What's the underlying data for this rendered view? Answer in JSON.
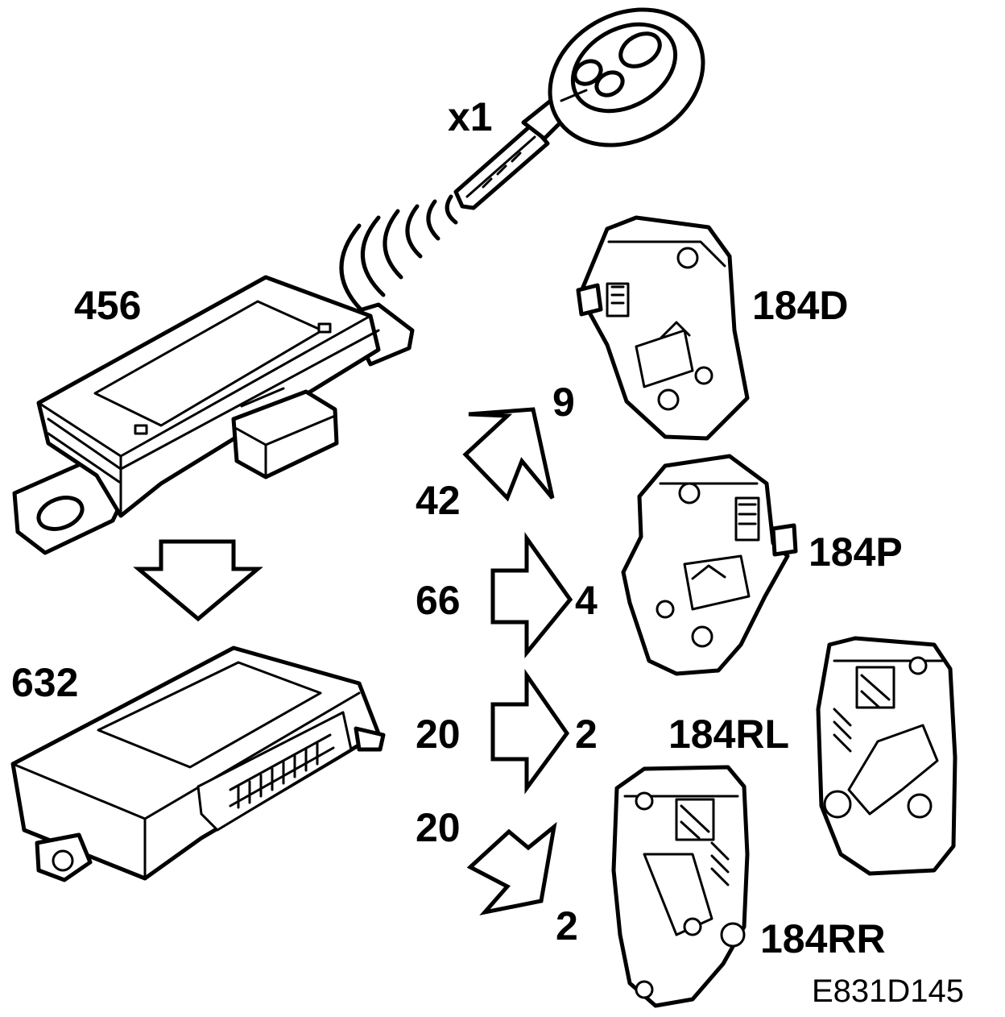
{
  "labels": {
    "key_quantity": "x1",
    "remote_receiver": "456",
    "control_module": "632",
    "lock_front_driver": "184D",
    "lock_front_passenger": "184P",
    "lock_rear_left": "184RL",
    "lock_rear_right": "184RR"
  },
  "arrows": {
    "driver": {
      "pins_in": "42",
      "pins_out": "9"
    },
    "passenger": {
      "pins_in": "66",
      "pins_out": "4"
    },
    "rear_left": {
      "pins_in": "20",
      "pins_out": "2"
    },
    "rear_right": {
      "pins_in": "20",
      "pins_out": "2"
    }
  },
  "figure_code": "E831D145",
  "icons": {
    "key": "remote-key-icon",
    "signal": "radio-signal-icon",
    "receiver": "remote-receiver-icon",
    "module": "central-module-icon",
    "lock": "door-lock-icon",
    "arrow": "block-arrow-icon"
  }
}
